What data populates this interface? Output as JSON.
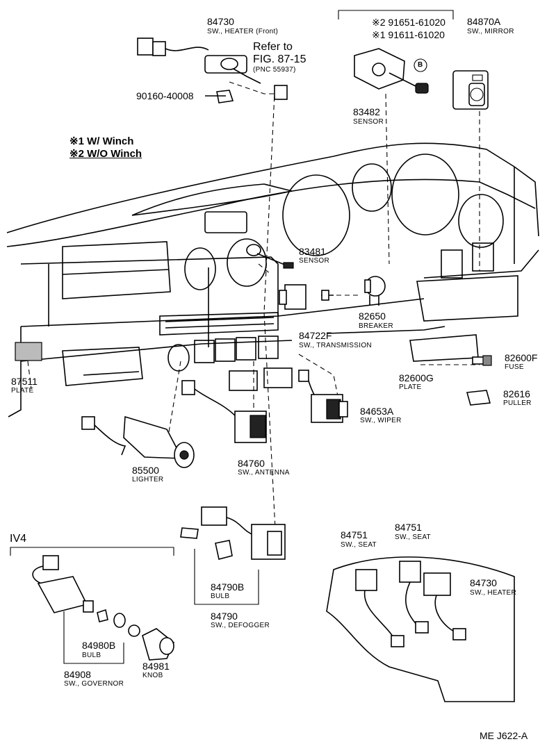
{
  "legend": {
    "w_winch": "※1 W/ Winch",
    "wo_winch": "※2 W/O Winch"
  },
  "refer": {
    "line1": "Refer to",
    "line2": "FIG. 87-15",
    "line3": "(PNC 55937)"
  },
  "bracket_top": {
    "part_a": "※2 91651-61020",
    "part_b": "※1 91611-61020",
    "circle": "B"
  },
  "parts": [
    {
      "key": "p84730_top",
      "number": "84730",
      "name": "SW., HEATER (Front)"
    },
    {
      "key": "p90160",
      "number": "90160-40008",
      "name": ""
    },
    {
      "key": "p83482",
      "number": "83482",
      "name": "SENSOR"
    },
    {
      "key": "p84870a",
      "number": "84870A",
      "name": "SW., MIRROR"
    },
    {
      "key": "p83481",
      "number": "83481",
      "name": "SENSOR"
    },
    {
      "key": "p82650",
      "number": "82650",
      "name": "BREAKER"
    },
    {
      "key": "p84722f",
      "number": "84722F",
      "name": "SW., TRANSMISSION"
    },
    {
      "key": "p87511",
      "number": "87511",
      "name": "PLATE"
    },
    {
      "key": "p82600g",
      "number": "82600G",
      "name": "PLATE"
    },
    {
      "key": "p82600f",
      "number": "82600F",
      "name": "FUSE"
    },
    {
      "key": "p82616",
      "number": "82616",
      "name": "PULLER"
    },
    {
      "key": "p84653a",
      "number": "84653A",
      "name": "SW., WIPER"
    },
    {
      "key": "p85500",
      "number": "85500",
      "name": "LIGHTER"
    },
    {
      "key": "p84760",
      "number": "84760",
      "name": "SW., ANTENNA"
    },
    {
      "key": "p84751a",
      "number": "84751",
      "name": "SW., SEAT"
    },
    {
      "key": "p84751b",
      "number": "84751",
      "name": "SW., SEAT"
    },
    {
      "key": "p84730_bot",
      "number": "84730",
      "name": "SW., HEATER"
    },
    {
      "key": "p84790b",
      "number": "84790B",
      "name": "BULB"
    },
    {
      "key": "p84790",
      "number": "84790",
      "name": "SW., DEFOGGER"
    },
    {
      "key": "p84980b",
      "number": "84980B",
      "name": "BULB"
    },
    {
      "key": "p84981",
      "number": "84981",
      "name": "KNOB"
    },
    {
      "key": "p84908",
      "number": "84908",
      "name": "SW., GOVERNOR"
    }
  ],
  "engine_label": "IV4",
  "figure_code": "ME  J622-A"
}
